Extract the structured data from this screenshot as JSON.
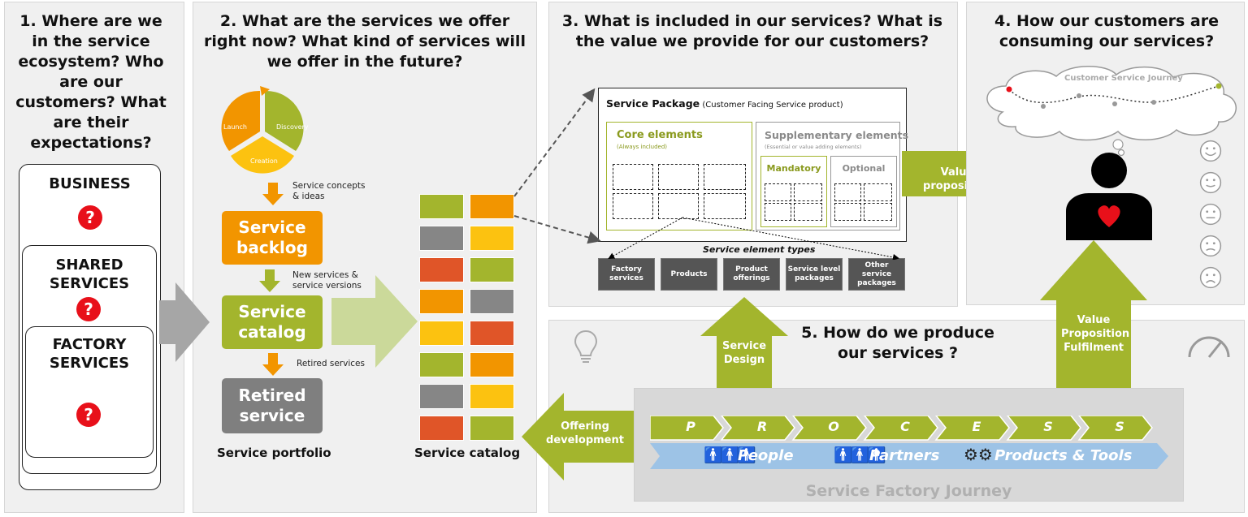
{
  "panels": {
    "p1": {
      "title": "1. Where are we in the service ecosystem? Who are our customers? What are their expectations?"
    },
    "p2": {
      "title": "2. What are the services we offer right now? What kind of services will we offer in the future?"
    },
    "p3": {
      "title": "3. What is included in our services? What is the value we provide for our customers?"
    },
    "p4": {
      "title": "4. How our customers are consuming our services?"
    },
    "p5": {
      "title": "5. How do we produce our services ?"
    }
  },
  "ecosystem": {
    "business": "BUSINESS",
    "shared": "SHARED SERVICES",
    "factory": "FACTORY SERVICES",
    "question_mark": "?"
  },
  "lifecycle": {
    "launch": "Launch",
    "discovery": "Discovery",
    "creation": "Creation"
  },
  "portfolio": {
    "concepts_note": "Service concepts & ideas",
    "backlog": "Service backlog",
    "new_note": "New services & service versions",
    "catalog": "Service catalog",
    "retired_note": "Retired services",
    "retired": "Retired service",
    "caption": "Service portfolio"
  },
  "catalog_grid": {
    "caption": "Service catalog",
    "colors": {
      "green": "#a3b52d",
      "orange": "#f29500",
      "gray": "#868686",
      "yellow": "#fcc210",
      "red": "#e05528"
    },
    "cells": [
      [
        "green",
        "orange"
      ],
      [
        "gray",
        "yellow"
      ],
      [
        "red",
        "green"
      ],
      [
        "orange",
        "gray"
      ],
      [
        "yellow",
        "red"
      ],
      [
        "green",
        "orange"
      ],
      [
        "gray",
        "yellow"
      ],
      [
        "red",
        "green"
      ]
    ]
  },
  "package": {
    "title_bold": "Service Package",
    "title_rest": " (Customer Facing Service product)",
    "core": "Core elements",
    "core_note": "(Always included)",
    "supp": "Supplementary elements",
    "supp_note": "(Essential or value adding elements)",
    "mandatory": "Mandatory",
    "optional": "Optional",
    "types_title": "Service element types",
    "types": [
      "Factory services",
      "Products",
      "Product offerings",
      "Service level packages",
      "Other service packages"
    ]
  },
  "arrows": {
    "value_prop": "Value proposition",
    "service_design": "Service Design",
    "value_fulfilment": "Value Proposition Fulfilment",
    "offering_dev": "Offering development"
  },
  "journey": {
    "customer": "Customer Service Journey",
    "factory": "Service Factory Journey"
  },
  "process": {
    "letters": [
      "P",
      "R",
      "O",
      "C",
      "E",
      "S",
      "S"
    ],
    "people": "People",
    "partners": "Partners",
    "products": "Products & Tools"
  },
  "colors": {
    "green": "#a3b52d",
    "orange": "#f29500",
    "gray": "#7f7f7f",
    "dark": "#555555",
    "red": "#e8101a"
  }
}
